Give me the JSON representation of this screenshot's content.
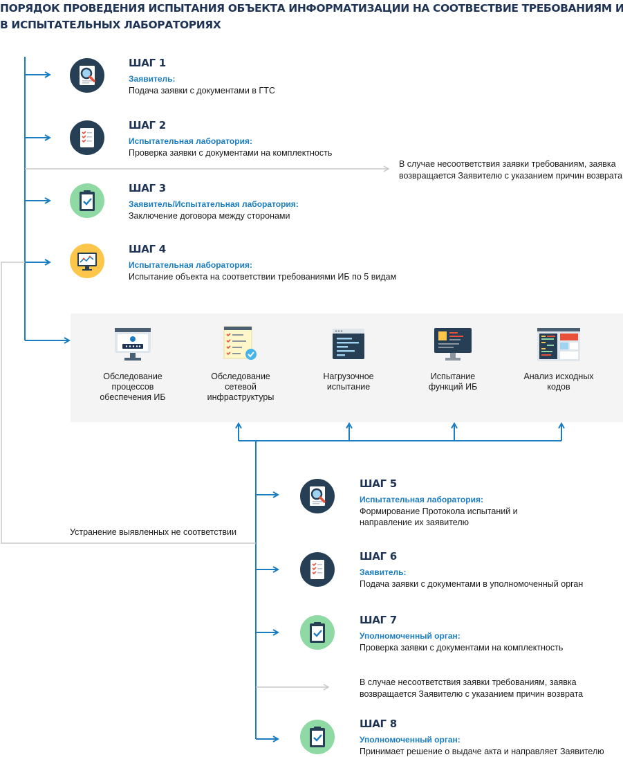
{
  "title_line1": "ПОРЯДОК ПРОВЕДЕНИЯ ИСПЫТАНИЯ ОБЪЕКТА ИНФОРМАТИЗАЦИИ НА СООТВЕСТВИЕ ТРЕБОВАНИЯМ ИБ",
  "title_line2": "В ИСПЫТАТЕЛЬНЫХ ЛАБОРАТОРИЯХ",
  "steps": [
    {
      "title": "ШАГ 1",
      "role": "Заявитель:",
      "desc": [
        "Подача заявки с документами в ГТС"
      ],
      "icon": "document-search-icon",
      "color": "#263f55"
    },
    {
      "title": "ШАГ 2",
      "role": "Испытательная лаборатория:",
      "desc": [
        "Проверка заявки с документами на комплектность"
      ],
      "icon": "checklist-icon",
      "color": "#263f55"
    },
    {
      "title": "ШАГ 3",
      "role": "Заявитель/Испытательная лаборатория:",
      "desc": [
        "Заключение договора между сторонами"
      ],
      "icon": "clipboard-check-icon",
      "color": "#8fd9a4"
    },
    {
      "title": "ШАГ 4",
      "role": "Испытательная лаборатория:",
      "desc": [
        "Испытание объекта на соответствии требованиями ИБ по 5 видам"
      ],
      "icon": "monitor-chart-icon",
      "color": "#fbc64a"
    },
    {
      "title": "ШАГ 5",
      "role": "Испытательная лаборатория:",
      "desc": [
        "Формирование Протокола испытаний и",
        "направление их заявителю"
      ],
      "icon": "document-search-icon",
      "color": "#263f55"
    },
    {
      "title": "ШАГ 6",
      "role": "Заявитель:",
      "desc": [
        "Подача заявки с документами  в уполномоченный орган"
      ],
      "icon": "checklist-icon",
      "color": "#263f55"
    },
    {
      "title": "ШАГ 7",
      "role": "Уполномоченный орган:",
      "desc": [
        "Проверка заявки с документами на комплектность"
      ],
      "icon": "clipboard-check-icon",
      "color": "#8fd9a4"
    },
    {
      "title": "ШАГ 8",
      "role": "Уполномоченный орган:",
      "desc": [
        "Принимает решение о выдаче  акта и направляет Заявителю"
      ],
      "icon": "clipboard-check-icon",
      "color": "#8fd9a4"
    }
  ],
  "reject_note": [
    "В случае несоответствия заявки требованиям, заявка",
    "возвращается Заявителю с указанием причин возврата"
  ],
  "reject_note_2": [
    "В случае несоответствия заявки требованиям, заявка",
    "возвращается Заявителю с указанием причин возврата"
  ],
  "remediation_note": "Устранение выявленных не соответствии",
  "tests": [
    {
      "label": [
        "Обследование",
        "процессов",
        "обеспечения ИБ"
      ],
      "icon": "monitor-password-icon"
    },
    {
      "label": [
        "Обследование",
        "сетевой",
        "инфраструктуры"
      ],
      "icon": "network-checklist-icon"
    },
    {
      "label": [
        "Нагрузочное",
        "испытание"
      ],
      "icon": "code-window-icon"
    },
    {
      "label": [
        "Испытание",
        "функций ИБ"
      ],
      "icon": "monitor-code-icon"
    },
    {
      "label": [
        "Анализ исходных",
        "кодов"
      ],
      "icon": "source-code-icon"
    }
  ],
  "colors": {
    "accent": "#1a7cc1",
    "title": "#1f3454",
    "dark_icon": "#263f55",
    "green_icon": "#8fd9a4",
    "yellow_icon": "#fbc64a",
    "panel": "#f4f4f4",
    "gray_line": "#c8c8c8"
  }
}
